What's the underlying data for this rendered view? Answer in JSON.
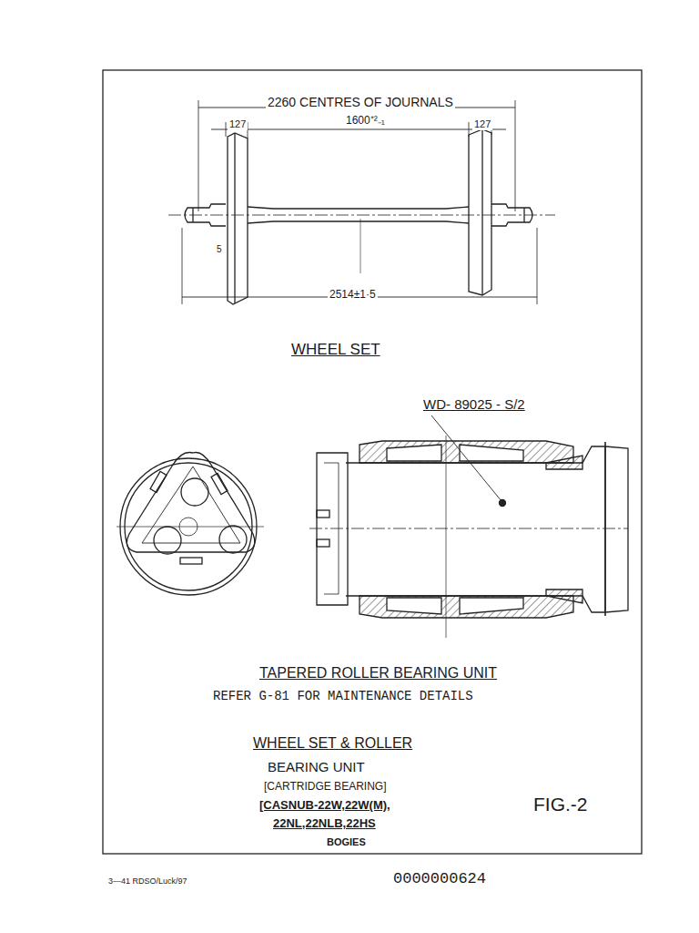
{
  "diagram": {
    "labels": [
      "2260 CENTRES OF JOURNALS",
      "127",
      "1600⁺²₋₁",
      "127",
      "5",
      "2514±1·5",
      "WHEEL SET",
      "WD- 89025 - S/2",
      "TAPERED ROLLER BEARING UNIT",
      "REFER G-81 FOR MAINTENANCE DETAILS",
      "WHEEL SET & ROLLER",
      "BEARING UNIT",
      "[CARTRIDGE BEARING]",
      "[CASNUB-22W,22W(M),",
      "22NL,22NLB,22HS",
      "BOGIES",
      "FIG.-2",
      "3—41 RDSO/Luck/97",
      "0000000624"
    ]
  }
}
